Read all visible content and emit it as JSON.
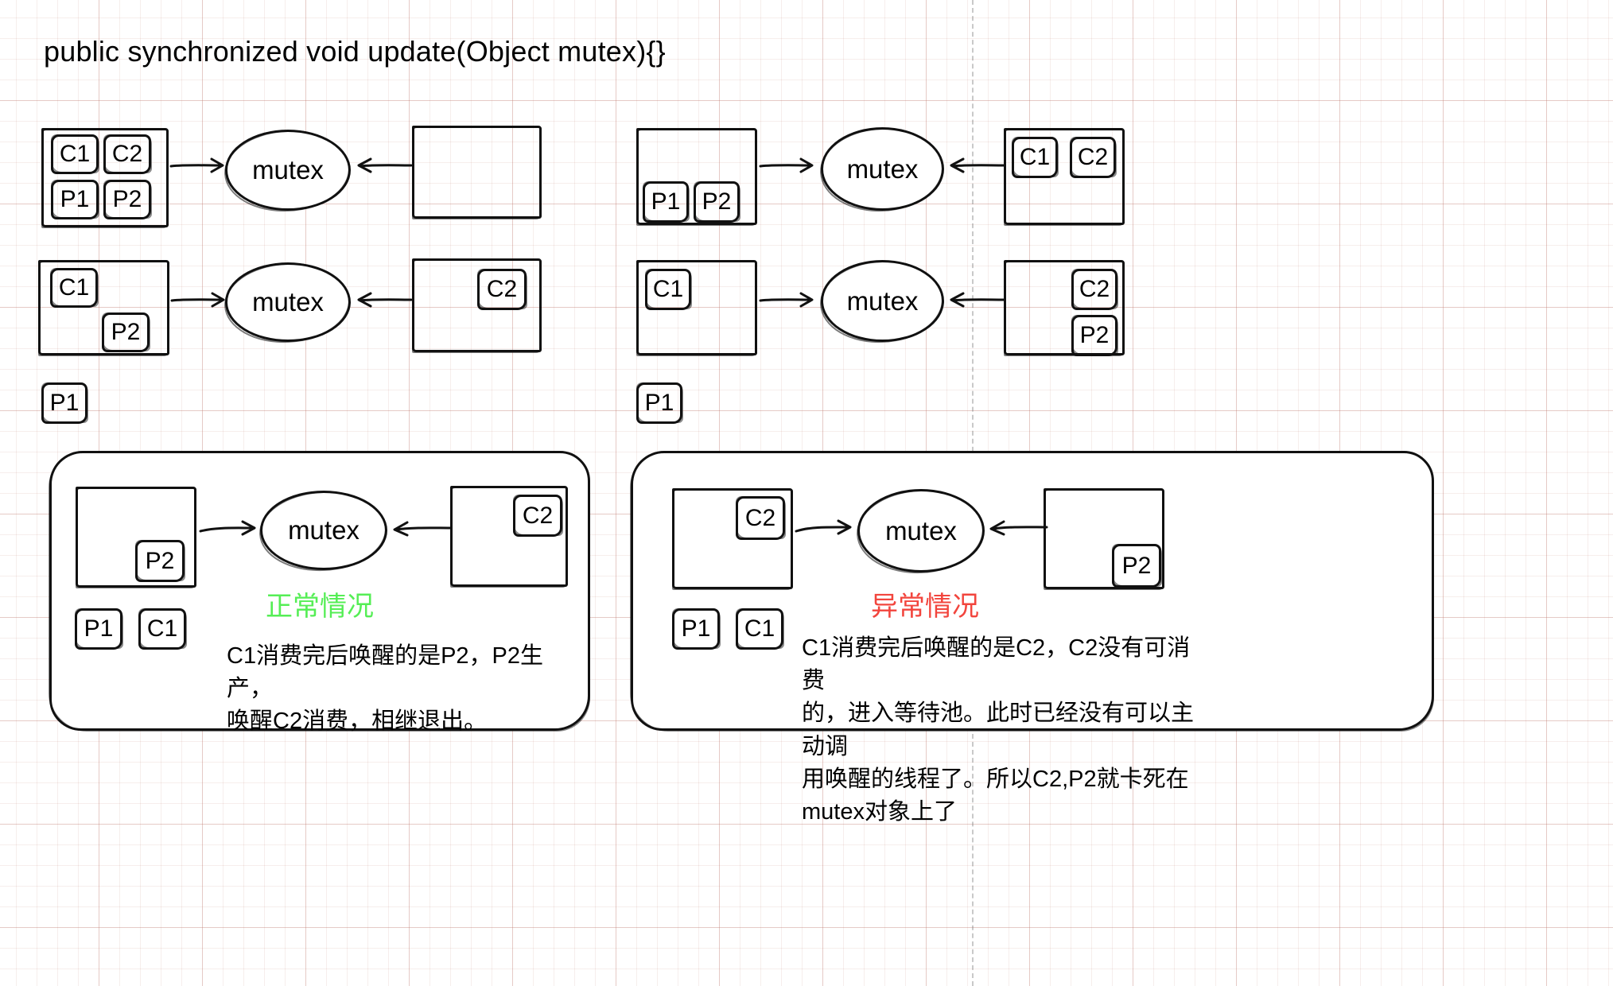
{
  "title": "public synchronized void update(Object mutex){}",
  "labels": {
    "mutex": "mutex",
    "c1": "C1",
    "c2": "C2",
    "p1": "P1",
    "p2": "P2"
  },
  "colors": {
    "normal": "#55ee55",
    "abnormal": "#f2453d",
    "ink": "#111111",
    "grid": "#be786e"
  },
  "left_column": {
    "row1": {
      "left_box_tokens": [
        "C1",
        "C2",
        "P1",
        "P2"
      ],
      "node": "mutex",
      "right_box_tokens": []
    },
    "row2": {
      "left_box_tokens": [
        "C1",
        "P2"
      ],
      "node": "mutex",
      "right_box_tokens": [
        "C2"
      ]
    },
    "loose_token": "P1"
  },
  "right_column": {
    "row1": {
      "left_box_tokens": [
        "P1",
        "P2"
      ],
      "node": "mutex",
      "right_box_tokens": [
        "C1",
        "C2"
      ]
    },
    "row2": {
      "left_box_tokens": [
        "C1"
      ],
      "node": "mutex",
      "right_box_tokens": [
        "C2",
        "P2"
      ]
    },
    "loose_token": "P1"
  },
  "panels": {
    "normal": {
      "caption": "正常情况",
      "left_box_tokens": [
        "P2"
      ],
      "node": "mutex",
      "right_box_tokens": [
        "C2"
      ],
      "loose_tokens": [
        "P1",
        "C1"
      ],
      "description": "C1消费完后唤醒的是P2，P2生产，\n唤醒C2消费，相继退出。"
    },
    "abnormal": {
      "caption": "异常情况",
      "left_box_tokens": [
        "C2"
      ],
      "node": "mutex",
      "right_box_tokens": [
        "P2"
      ],
      "loose_tokens": [
        "P1",
        "C1"
      ],
      "description": "C1消费完后唤醒的是C2，C2没有可消费\n的，进入等待池。此时已经没有可以主动调\n用唤醒的线程了。所以C2,P2就卡死在\nmutex对象上了"
    }
  }
}
